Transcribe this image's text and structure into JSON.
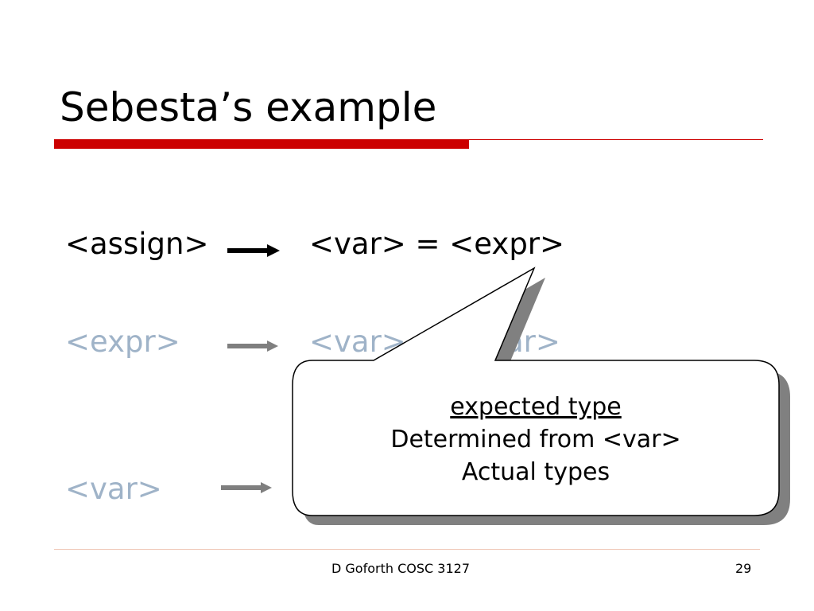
{
  "slide": {
    "title": "Sebesta’s example",
    "rules": [
      {
        "lhs": "<assign>",
        "rhs": "<var> = <expr>"
      },
      {
        "lhs": "<expr>",
        "rhs": "<var>",
        "rhs_tail": "ar>"
      },
      {
        "lhs": "<var>"
      }
    ],
    "callout": {
      "line1": "expected type",
      "line2": "Determined from <var>",
      "line3": "Actual types"
    },
    "footer": {
      "author": "D Goforth COSC 3127",
      "page_number": "29"
    },
    "colors": {
      "accent": "#cc0000",
      "active_text": "#000000",
      "inactive_text": "#9fb3c8",
      "shadow": "#808080",
      "inactive_arrow": "#7f7f7f"
    }
  }
}
